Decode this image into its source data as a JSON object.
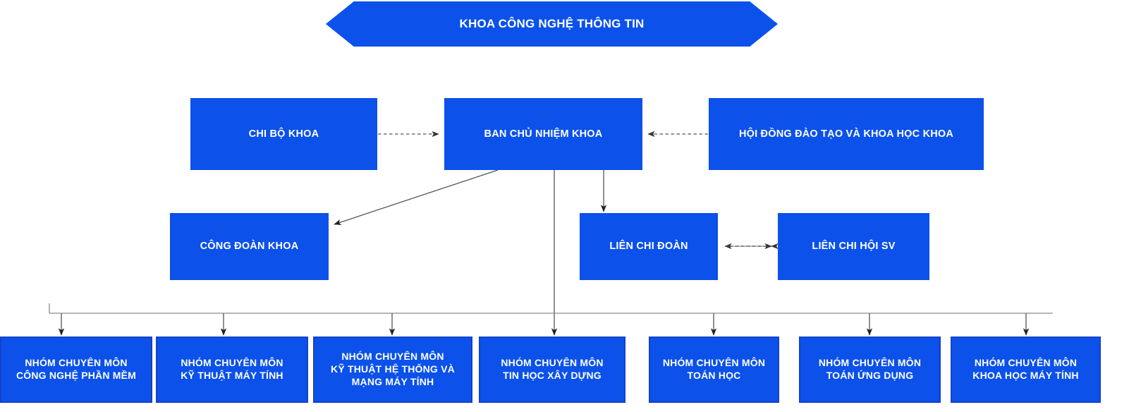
{
  "diagram": {
    "title": "KHOA CÔNG NGHỆ THÔNG TIN",
    "type": "organizational-chart",
    "colors": {
      "node_fill": "#0b51ea",
      "node_text": "#ffffff",
      "leaf_border": "#1442c8",
      "connector": "#555555",
      "background": "#ffffff"
    },
    "banner": {
      "label": "KHOA CÔNG NGHỆ THÔNG TIN",
      "shape": "chevron-banner"
    },
    "level2": [
      {
        "id": "chi-bo-khoa",
        "label": "CHI BỘ KHOA"
      },
      {
        "id": "ban-chu-nhiem-khoa",
        "label": "BAN CHỦ NHIỆM KHOA"
      },
      {
        "id": "hoi-dong-dao-tao",
        "label": "HỘI ĐỒNG ĐÀO TẠO VÀ KHOA HỌC KHOA"
      }
    ],
    "level3": [
      {
        "id": "cong-doan-khoa",
        "label": "CÔNG ĐOÀN KHOA"
      },
      {
        "id": "lien-chi-doan",
        "label": "LIÊN CHI ĐOÀN"
      },
      {
        "id": "lien-chi-hoi-sv",
        "label": "LIÊN CHI HỘI SV"
      }
    ],
    "level4": [
      {
        "id": "nhom-cong-nghe-phan-mem",
        "lines": [
          "NHÓM CHUYÊN MÔN",
          "CÔNG NGHỆ PHẦN MỀM"
        ]
      },
      {
        "id": "nhom-ky-thuat-may-tinh",
        "lines": [
          "NHÓM CHUYÊN MÔN",
          "KỸ THUẬT MÁY TÍNH"
        ]
      },
      {
        "id": "nhom-ky-thuat-he-thong-mang",
        "lines": [
          "NHÓM CHUYÊN MÔN",
          "KỸ THUẬT HỆ THỐNG VÀ",
          "MẠNG MÁY TÍNH"
        ]
      },
      {
        "id": "nhom-tin-hoc-xay-dung",
        "lines": [
          "NHÓM CHUYÊN MÔN",
          "TIN HỌC XÂY DỰNG"
        ]
      },
      {
        "id": "nhom-toan-hoc",
        "lines": [
          "NHÓM CHUYÊN MÔN",
          "TOÁN HỌC"
        ]
      },
      {
        "id": "nhom-toan-ung-dung",
        "lines": [
          "NHÓM CHUYÊN MÔN",
          "TOÁN ỨNG DỤNG"
        ]
      },
      {
        "id": "nhom-khoa-hoc-may-tinh",
        "lines": [
          "NHÓM CHUYÊN MÔN",
          "KHOA HỌC MÁY TÍNH"
        ]
      }
    ],
    "connectors": [
      {
        "from": "chi-bo-khoa",
        "to": "ban-chu-nhiem-khoa",
        "style": "dashed",
        "arrows": "single"
      },
      {
        "from": "hoi-dong-dao-tao",
        "to": "ban-chu-nhiem-khoa",
        "style": "dashed",
        "arrows": "single"
      },
      {
        "from": "ban-chu-nhiem-khoa",
        "to": "cong-doan-khoa",
        "style": "solid",
        "arrows": "single"
      },
      {
        "from": "ban-chu-nhiem-khoa",
        "to": "lien-chi-doan",
        "style": "solid",
        "arrows": "single"
      },
      {
        "from": "lien-chi-doan",
        "to": "lien-chi-hoi-sv",
        "style": "dashed",
        "arrows": "double"
      },
      {
        "from": "ban-chu-nhiem-khoa",
        "to": "nhom-tin-hoc-xay-dung",
        "style": "solid",
        "arrows": "single"
      },
      {
        "from": "bus",
        "to": "level4",
        "style": "solid",
        "arrows": "single"
      }
    ]
  }
}
